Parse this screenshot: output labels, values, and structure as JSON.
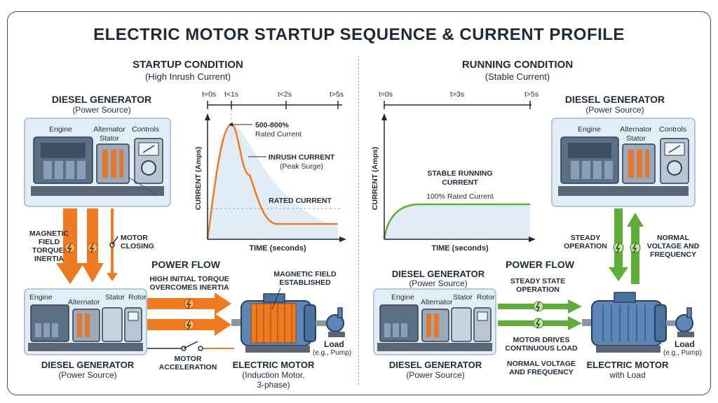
{
  "title": "ELECTRIC MOTOR STARTUP SEQUENCE & CURRENT PROFILE",
  "startup": {
    "heading": "STARTUP CONDITION",
    "subheading": "(High Inrush Current)",
    "generator_top": {
      "title": "DIESEL GENERATOR",
      "subtitle": "(Power Source)",
      "engine": "Engine",
      "alternator": "Alternator",
      "stator": "Stator",
      "controls": "Controls"
    },
    "generator_bottom": {
      "title": "DIESEL GENERATOR",
      "subtitle": "(Power Source)",
      "engine": "Engine",
      "alternator": "Alternator",
      "stator": "Stator",
      "rotor": "Rotor"
    },
    "side_labels": {
      "magnetic_line1": "MAGNETIC",
      "magnetic_line2": "FIELD",
      "magnetic_line3": "TORQUE:",
      "magnetic_line4": "INERTIA",
      "closing_line1": "MOTOR",
      "closing_line2": "CLOSING"
    },
    "power_flow": {
      "title": "POWER FLOW",
      "line1": "HIGH INITIAL TORQUE",
      "line2": "OVERCOMES INERTIA"
    },
    "motor": {
      "field_line1": "MAGNETIC FIELD",
      "field_line2": "ESTABLISHED",
      "title": "ELECTRIC MOTOR",
      "sub1": "(Induction Motor,",
      "sub2": "3-phase)",
      "load": "Load",
      "load_sub": "(e.g., Pump)"
    },
    "acceleration_line1": "MOTOR",
    "acceleration_line2": "ACCELERATION"
  },
  "running": {
    "heading": "RUNNING CONDITION",
    "subheading": "(Stable Current)",
    "generator_top": {
      "title": "DIESEL GENERATOR",
      "subtitle": "(Power Source)",
      "engine": "Engine",
      "alternator": "Alternator",
      "stator": "Stator",
      "controls": "Controls"
    },
    "generator_bottom": {
      "title_top": "DIESEL GENERATOR",
      "subtitle_top": "(Power Source)",
      "title": "DIESEL GENERATOR",
      "subtitle": "(Power Source)",
      "engine": "Engine",
      "alternator": "Alternator",
      "stator": "Stator",
      "rotor": "Rotor"
    },
    "side_labels": {
      "steady_line1": "STEADY",
      "steady_line2": "OPERATION",
      "normal_line1": "NORMAL",
      "normal_line2": "VOLTAGE AND",
      "normal_line3": "FREQUENCY"
    },
    "power_flow": {
      "title": "POWER FLOW",
      "line1": "STEADY STATE",
      "line2": "OPERATION",
      "line3": "MOTOR DRIVES",
      "line4": "CONTINUOUS LOAD",
      "line5": "NORMAL VOLTAGE",
      "line6": "AND FREQUENCY"
    },
    "motor": {
      "title": "ELECTRIC MOTOR",
      "sub1": "with Load",
      "load": "Load",
      "load_sub": "(e.g., Pump)"
    }
  },
  "chart_data": [
    {
      "type": "line",
      "title": "",
      "timeline": [
        "t=0s",
        "t<1s",
        "t<2s",
        "t>5s"
      ],
      "xlabel": "TIME (seconds)",
      "ylabel": "CURRENT (Amps)",
      "series": [
        {
          "values": [
            0,
            7.5,
            4.2,
            2.4,
            1.6,
            1.3,
            1.0
          ]
        }
      ],
      "rated_level": 1.0,
      "annotations": {
        "peak_line1": "500-800%",
        "peak_line2": "Rated Current",
        "inrush_line1": "INRUSH CURRENT",
        "inrush_line2": "(Peak Surge)",
        "rated": "RATED CURRENT"
      }
    },
    {
      "type": "line",
      "title": "",
      "timeline": [
        "t=0s",
        "t>3s",
        "t>5s"
      ],
      "xlabel": "TIME (seconds)",
      "ylabel": "CURRENT (Amps)",
      "series": [
        {
          "values": [
            0,
            0.9,
            1.0,
            1.0,
            1.0
          ]
        }
      ],
      "annotations": {
        "stable_line1": "STABLE RUNNING",
        "stable_line2": "CURRENT",
        "stable_line3": "100% Rated Current"
      }
    }
  ],
  "colors": {
    "accent_orange": "#ee7a22",
    "accent_green": "#5fae3a",
    "machine_blue": "#5b86b6",
    "panel_bg": "#e3edf7"
  }
}
